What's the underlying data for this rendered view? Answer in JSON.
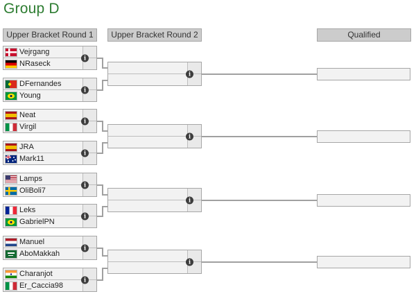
{
  "title": "Group D",
  "columns": {
    "round1_label": "Upper Bracket Round 1",
    "round2_label": "Upper Bracket Round 2",
    "qualified_label": "Qualified"
  },
  "icons": {
    "info_glyph": "i"
  },
  "colors": {
    "title_green": "#2e7d32",
    "header_bg": "#cccccc",
    "box_bg": "#f2f2f2",
    "connector_line": "#a0a0a0"
  },
  "round1": {
    "matches": [
      {
        "p1": {
          "name": "Vejrgang",
          "flag": "dk",
          "country": "Denmark",
          "score": ""
        },
        "p2": {
          "name": "NRaseck",
          "flag": "de",
          "country": "Germany",
          "score": ""
        }
      },
      {
        "p1": {
          "name": "DFernandes",
          "flag": "pt",
          "country": "Portugal",
          "score": ""
        },
        "p2": {
          "name": "Young",
          "flag": "br",
          "country": "Brazil",
          "score": ""
        }
      },
      {
        "p1": {
          "name": "Neat",
          "flag": "es",
          "country": "Spain",
          "score": ""
        },
        "p2": {
          "name": "Virgil",
          "flag": "it",
          "country": "Italy",
          "score": ""
        }
      },
      {
        "p1": {
          "name": "JRA",
          "flag": "es",
          "country": "Spain",
          "score": ""
        },
        "p2": {
          "name": "Mark11",
          "flag": "au",
          "country": "Australia",
          "score": ""
        }
      },
      {
        "p1": {
          "name": "Lamps",
          "flag": "us",
          "country": "United States",
          "score": ""
        },
        "p2": {
          "name": "OliBoli7",
          "flag": "se",
          "country": "Sweden",
          "score": ""
        }
      },
      {
        "p1": {
          "name": "Leks",
          "flag": "fr",
          "country": "France",
          "score": ""
        },
        "p2": {
          "name": "GabrielPN",
          "flag": "br",
          "country": "Brazil",
          "score": ""
        }
      },
      {
        "p1": {
          "name": "Manuel",
          "flag": "nl",
          "country": "Netherlands",
          "score": ""
        },
        "p2": {
          "name": "AboMakkah",
          "flag": "sa",
          "country": "Saudi Arabia",
          "score": ""
        }
      },
      {
        "p1": {
          "name": "Charanjot",
          "flag": "in",
          "country": "India",
          "score": ""
        },
        "p2": {
          "name": "Er_Caccia98",
          "flag": "it",
          "country": "Italy",
          "score": ""
        }
      }
    ]
  },
  "round2": {
    "matches": [
      {
        "p1": {
          "name": "",
          "score": ""
        },
        "p2": {
          "name": "",
          "score": ""
        }
      },
      {
        "p1": {
          "name": "",
          "score": ""
        },
        "p2": {
          "name": "",
          "score": ""
        }
      },
      {
        "p1": {
          "name": "",
          "score": ""
        },
        "p2": {
          "name": "",
          "score": ""
        }
      },
      {
        "p1": {
          "name": "",
          "score": ""
        },
        "p2": {
          "name": "",
          "score": ""
        }
      }
    ]
  },
  "qualified": {
    "slots": [
      "",
      "",
      "",
      ""
    ]
  }
}
